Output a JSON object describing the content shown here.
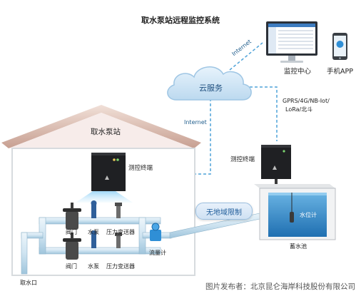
{
  "title": "取水泵站远程监控系统",
  "labels": {
    "monitor_center": "监控中心",
    "phone_app": "手机APP",
    "cloud": "云服务",
    "internet_top": "Internet",
    "internet_left": "Internet",
    "network": "GPRS/4G/NB-Iot/",
    "network2": "LoRa/北斗",
    "station": "取水泵站",
    "terminal_left": "测控终端",
    "terminal_right": "测控终端",
    "no_limit": "无地域限制",
    "valve_top": "阀门",
    "pump_top": "水泵",
    "pressure_top": "压力变送器",
    "valve_bottom": "阀门",
    "pump_bottom": "水泵",
    "pressure_bottom": "压力变送器",
    "flowmeter": "流量计",
    "level_gauge": "水位计",
    "reservoir": "蓄水池",
    "intake": "取水口"
  },
  "credit": "图片发布者：北京昆仑海岸科技股份有限公司",
  "colors": {
    "dashed_link": "#4fa3d9",
    "cloud_text": "#1f4f7f",
    "water": "#2e86c9",
    "cabinet": "#1f2023"
  }
}
